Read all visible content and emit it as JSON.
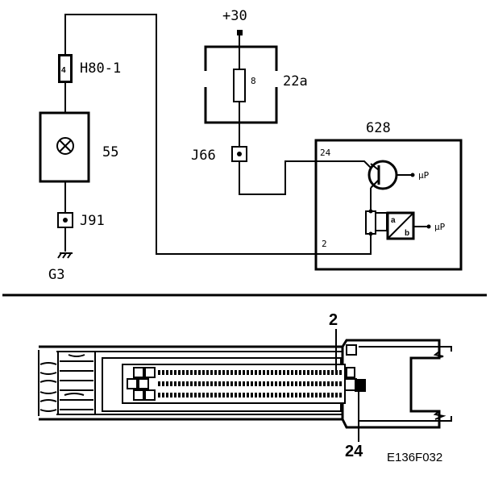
{
  "labels": {
    "supply": "+30",
    "fuse_h80": "H80-1",
    "fuse_h80_num": "4",
    "lamp": "55",
    "connector_j91": "J91",
    "ground": "G3",
    "fuse_box": "22a",
    "fuse_22a_num": "8",
    "connector_j66": "J66",
    "control_unit": "628",
    "pin_24": "24",
    "pin_2": "2",
    "up_1": "μP",
    "up_2": "μP",
    "callout_2": "2",
    "callout_24": "24",
    "figure_code": "E136F032"
  }
}
